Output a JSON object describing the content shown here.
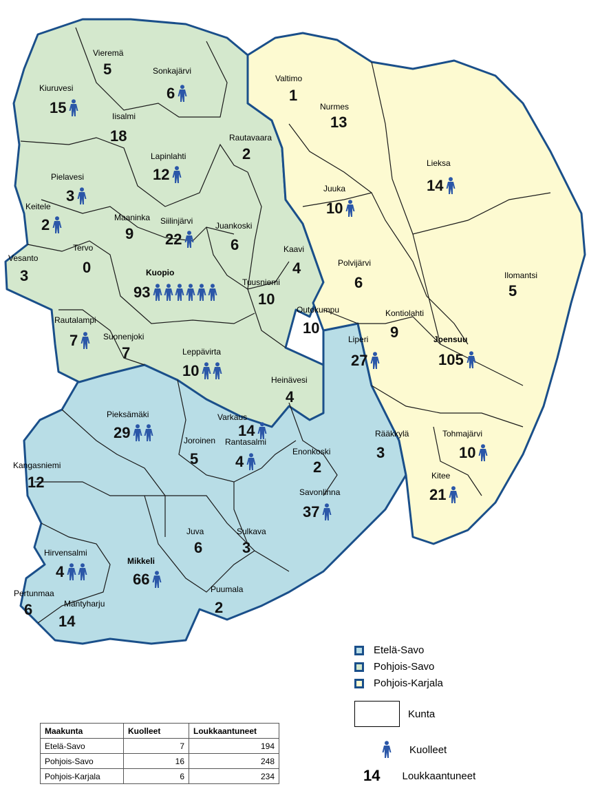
{
  "colors": {
    "etela_savo": "#b8dde6",
    "pohjois_savo": "#d4e8cd",
    "pohjois_karjala": "#fdfad1",
    "border": "#1a4f8a",
    "victim_icon": "#2b57a8"
  },
  "municipalities": [
    {
      "name": "Vieremä",
      "value": "5",
      "deaths": 0
    },
    {
      "name": "Sonkajärvi",
      "value": "6",
      "deaths": 1
    },
    {
      "name": "Kiuruvesi",
      "value": "15",
      "deaths": 1
    },
    {
      "name": "Iisalmi",
      "value": "18",
      "deaths": 0
    },
    {
      "name": "Rautavaara",
      "value": "2",
      "deaths": 0
    },
    {
      "name": "Lapinlahti",
      "value": "12",
      "deaths": 1
    },
    {
      "name": "Pielavesi",
      "value": "3",
      "deaths": 1
    },
    {
      "name": "Keitele",
      "value": "2",
      "deaths": 1
    },
    {
      "name": "Maaninka",
      "value": "9",
      "deaths": 0
    },
    {
      "name": "Siilinjärvi",
      "value": "22",
      "deaths": 1
    },
    {
      "name": "Juankoski",
      "value": "6",
      "deaths": 0
    },
    {
      "name": "Kaavi",
      "value": "4",
      "deaths": 0
    },
    {
      "name": "Tervo",
      "value": "0",
      "deaths": 0
    },
    {
      "name": "Vesanto",
      "value": "3",
      "deaths": 0
    },
    {
      "name": "Kuopio",
      "value": "93",
      "deaths": 6,
      "bold": true
    },
    {
      "name": "Tuusniemi",
      "value": "10",
      "deaths": 0
    },
    {
      "name": "Rautalampi",
      "value": "7",
      "deaths": 1
    },
    {
      "name": "Suonenjoki",
      "value": "7",
      "deaths": 0
    },
    {
      "name": "Leppävirta",
      "value": "10",
      "deaths": 2
    },
    {
      "name": "Varkaus",
      "value": "14",
      "deaths": 1
    },
    {
      "name": "Valtimo",
      "value": "1",
      "deaths": 0
    },
    {
      "name": "Nurmes",
      "value": "13",
      "deaths": 0
    },
    {
      "name": "Lieksa",
      "value": "14",
      "deaths": 1
    },
    {
      "name": "Juuka",
      "value": "10",
      "deaths": 1
    },
    {
      "name": "Polvijärvi",
      "value": "6",
      "deaths": 0
    },
    {
      "name": "Ilomantsi",
      "value": "5",
      "deaths": 0
    },
    {
      "name": "Outokumpu",
      "value": "10",
      "deaths": 0
    },
    {
      "name": "Kontiolahti",
      "value": "9",
      "deaths": 0
    },
    {
      "name": "Liperi",
      "value": "27",
      "deaths": 1
    },
    {
      "name": "Joensuu",
      "value": "105",
      "deaths": 1,
      "bold": true
    },
    {
      "name": "Rääkkylä",
      "value": "3",
      "deaths": 0
    },
    {
      "name": "Tohmajärvi",
      "value": "10",
      "deaths": 1
    },
    {
      "name": "Kitee",
      "value": "21",
      "deaths": 1
    },
    {
      "name": "Heinävesi",
      "value": "4",
      "deaths": 0
    },
    {
      "name": "Pieksämäki",
      "value": "29",
      "deaths": 2
    },
    {
      "name": "Joroinen",
      "value": "5",
      "deaths": 0
    },
    {
      "name": "Rantasalmi",
      "value": "4",
      "deaths": 1
    },
    {
      "name": "Enonkoski",
      "value": "2",
      "deaths": 0
    },
    {
      "name": "Kangasniemi",
      "value": "12",
      "deaths": 0
    },
    {
      "name": "Savonlinna",
      "value": "37",
      "deaths": 1
    },
    {
      "name": "Juva",
      "value": "6",
      "deaths": 0
    },
    {
      "name": "Sulkava",
      "value": "3",
      "deaths": 0
    },
    {
      "name": "Hirvensalmi",
      "value": "4",
      "deaths": 2
    },
    {
      "name": "Mikkeli",
      "value": "66",
      "deaths": 1,
      "bold": true
    },
    {
      "name": "Pertunmaa",
      "value": "6",
      "deaths": 0
    },
    {
      "name": "Mäntyharju",
      "value": "14",
      "deaths": 0
    },
    {
      "name": "Puumala",
      "value": "2",
      "deaths": 0
    }
  ],
  "legend": {
    "etela_savo": "Etelä-Savo",
    "pohjois_savo": "Pohjois-Savo",
    "pohjois_karjala": "Pohjois-Karjala",
    "kunta": "Kunta",
    "kuolleet": "Kuolleet",
    "sample_value": "14",
    "loukkaantuneet": "Loukkaantuneet"
  },
  "table": {
    "headers": [
      "Maakunta",
      "Kuolleet",
      "Loukkaantuneet"
    ],
    "rows": [
      [
        "Etelä-Savo",
        "7",
        "194"
      ],
      [
        "Pohjois-Savo",
        "16",
        "248"
      ],
      [
        "Pohjois-Karjala",
        "6",
        "234"
      ]
    ]
  }
}
